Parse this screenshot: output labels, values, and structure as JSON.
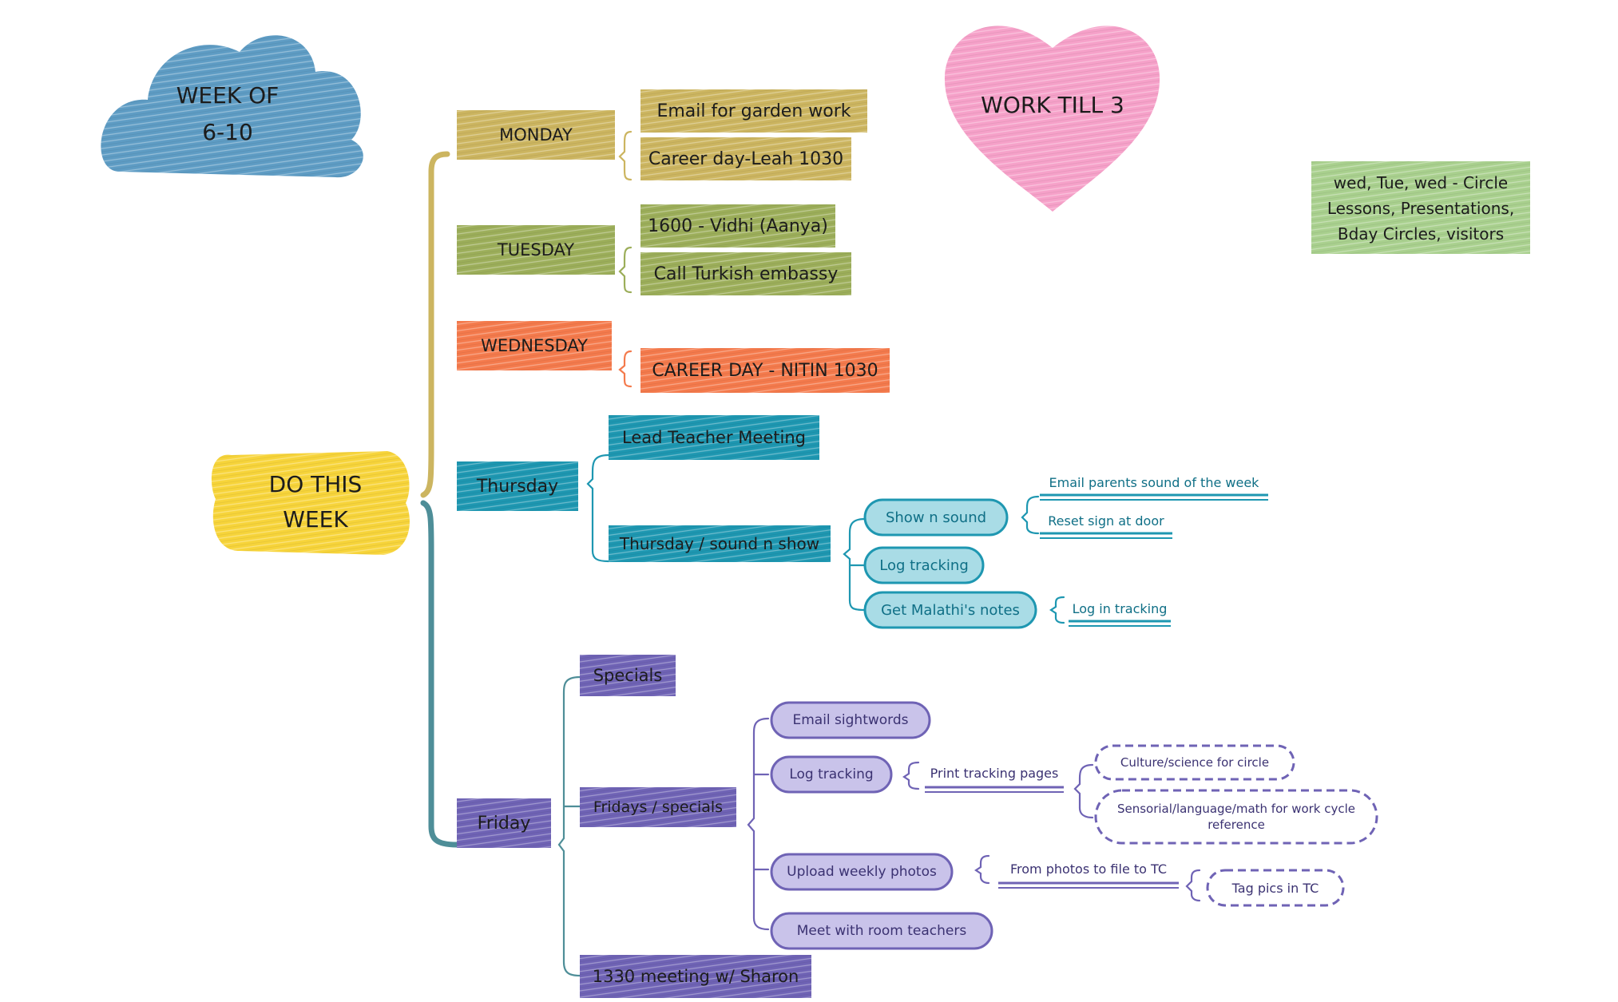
{
  "colors": {
    "cloud": "#5e9cc4",
    "heart": "#f6a1c9",
    "center": "#f7d43a",
    "monday": "#ccb560",
    "tuesday": "#9cae5a",
    "wednesday": "#f47a4c",
    "thursday": "#1e97b1",
    "friday": "#6f63b5",
    "note": "#a9d08e",
    "teal_light": "#a9dce6",
    "purple_light": "#c9c3ea"
  },
  "header": {
    "cloud_line1": "WEEK OF",
    "cloud_line2": "6-10",
    "heart": "WORK TILL 3"
  },
  "note": {
    "line1": "wed, Tue, wed - Circle",
    "line2": "Lessons, Presentations,",
    "line3": "Bday Circles, visitors"
  },
  "center": {
    "line1": "DO THIS",
    "line2": "WEEK"
  },
  "monday": {
    "label": "MONDAY",
    "items": [
      "Email for garden work",
      "Career day-Leah 1030"
    ]
  },
  "tuesday": {
    "label": "TUESDAY",
    "items": [
      "1600 - Vidhi (Aanya)",
      "Call Turkish embassy"
    ]
  },
  "wednesday": {
    "label": "WEDNESDAY",
    "items": [
      "CAREER DAY - NITIN 1030"
    ]
  },
  "thursday": {
    "label": "Thursday",
    "lead": "Lead Teacher Meeting",
    "sound": "Thursday / sound n show",
    "show": "Show n sound",
    "show_children": [
      "Email parents sound of the week",
      "Reset sign at door"
    ],
    "log": "Log tracking",
    "malathi": "Get Malathi's notes",
    "malathi_child": "Log in tracking"
  },
  "friday": {
    "label": "Friday",
    "specials": "Specials",
    "fridays": "Fridays / specials",
    "sightwords": "Email sightwords",
    "log": "Log tracking",
    "print": "Print tracking pages",
    "culture": "Culture/science for circle",
    "sensorial": "Sensorial/language/math for work cycle reference",
    "upload": "Upload weekly photos",
    "from_photos": "From photos to file to TC",
    "tag": "Tag pics in TC",
    "meet": "Meet with room teachers",
    "meeting": "1330 meeting w/ Sharon"
  }
}
